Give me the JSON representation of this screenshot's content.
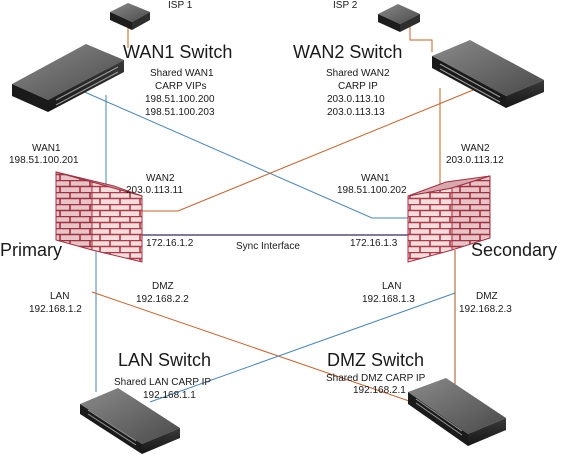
{
  "devices": {
    "isp1_label": "ISP 1",
    "isp2_label": "ISP 2",
    "wan1_switch": {
      "title": "WAN1 Switch",
      "shared_line1": "Shared WAN1",
      "shared_line2": "CARP VIPs",
      "ip1": "198.51.100.200",
      "ip2": "198.51.100.203"
    },
    "wan2_switch": {
      "title": "WAN2 Switch",
      "shared_line1": "Shared WAN2",
      "shared_line2": "CARP IP",
      "ip1": "203.0.113.10",
      "ip2": "203.0.113.13"
    },
    "lan_switch": {
      "title": "LAN Switch",
      "shared": "Shared LAN CARP IP",
      "ip": "192.168.1.1"
    },
    "dmz_switch": {
      "title": "DMZ Switch",
      "shared": "Shared DMZ CARP IP",
      "ip": "192.168.2.1"
    }
  },
  "firewalls": {
    "primary": {
      "title": "Primary",
      "wan1_label": "WAN1",
      "wan1_ip": "198.51.100.201",
      "wan2_label": "WAN2",
      "wan2_ip": "203.0.113.11",
      "sync_ip": "172.16.1.2",
      "lan_label": "LAN",
      "lan_ip": "192.168.1.2",
      "dmz_label": "DMZ",
      "dmz_ip": "192.168.2.2"
    },
    "secondary": {
      "title": "Secondary",
      "wan2_label": "WAN2",
      "wan2_ip": "203.0.113.12",
      "wan1_label": "WAN1",
      "wan1_ip": "198.51.100.202",
      "sync_ip": "172.16.1.3",
      "lan_label": "LAN",
      "lan_ip": "192.168.1.3",
      "dmz_label": "DMZ",
      "dmz_ip": "192.168.2.3"
    }
  },
  "sync_label": "Sync Interface",
  "colors": {
    "wan1_link": "#4a86b8",
    "wan2_link": "#c8602a",
    "sync_link": "#3a2860",
    "lan_link": "#4a86b8",
    "dmz_link": "#a0581e",
    "firewall_face": "#f3dede",
    "firewall_mortar": "#b03a48",
    "switch_body": "#2c2c2c"
  }
}
